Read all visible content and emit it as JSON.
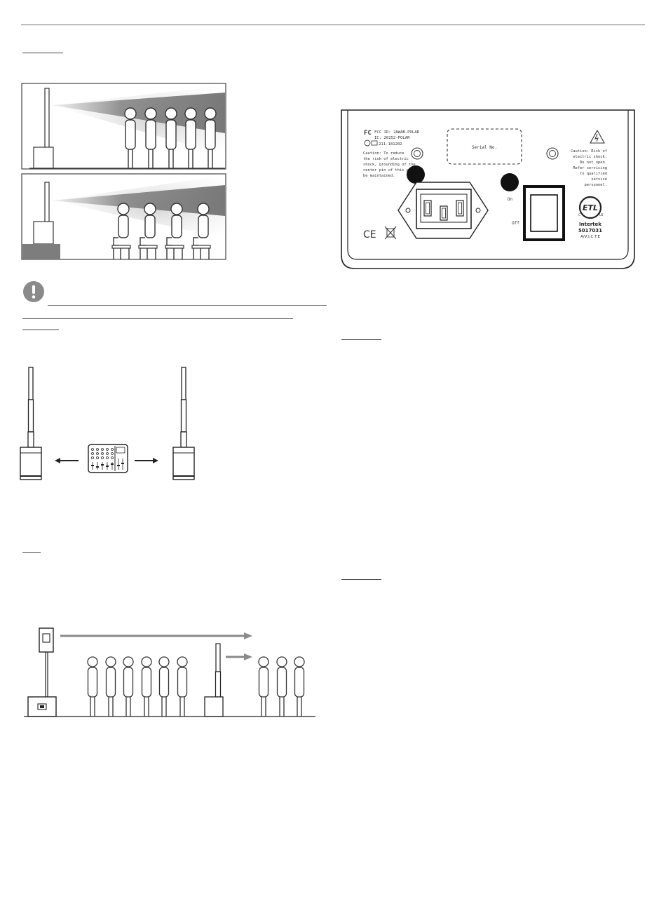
{
  "rear_panel": {
    "fcc_id": "FCC ID: 2AWAB-POLAR",
    "ic": "IC: 26252-POLAR",
    "cert_code": "211-181202",
    "caution_left": [
      "Caution: To reduce",
      "the risk of electric",
      "shock, grounding of the",
      "center pin of this plug",
      "be maintained."
    ],
    "serial_label": "Serial No.",
    "caution_right": [
      "Caution: Risk of",
      "electric shock.",
      "Do not open.",
      "Refer servicing",
      "to qualified",
      "service",
      "personnel."
    ],
    "switch_on": "On",
    "switch_off": "Off",
    "ce_mark": "CE",
    "intertek_brand": "Intertek",
    "intertek_number": "5017031",
    "intertek_code": "A/V,I.C.T.E"
  }
}
